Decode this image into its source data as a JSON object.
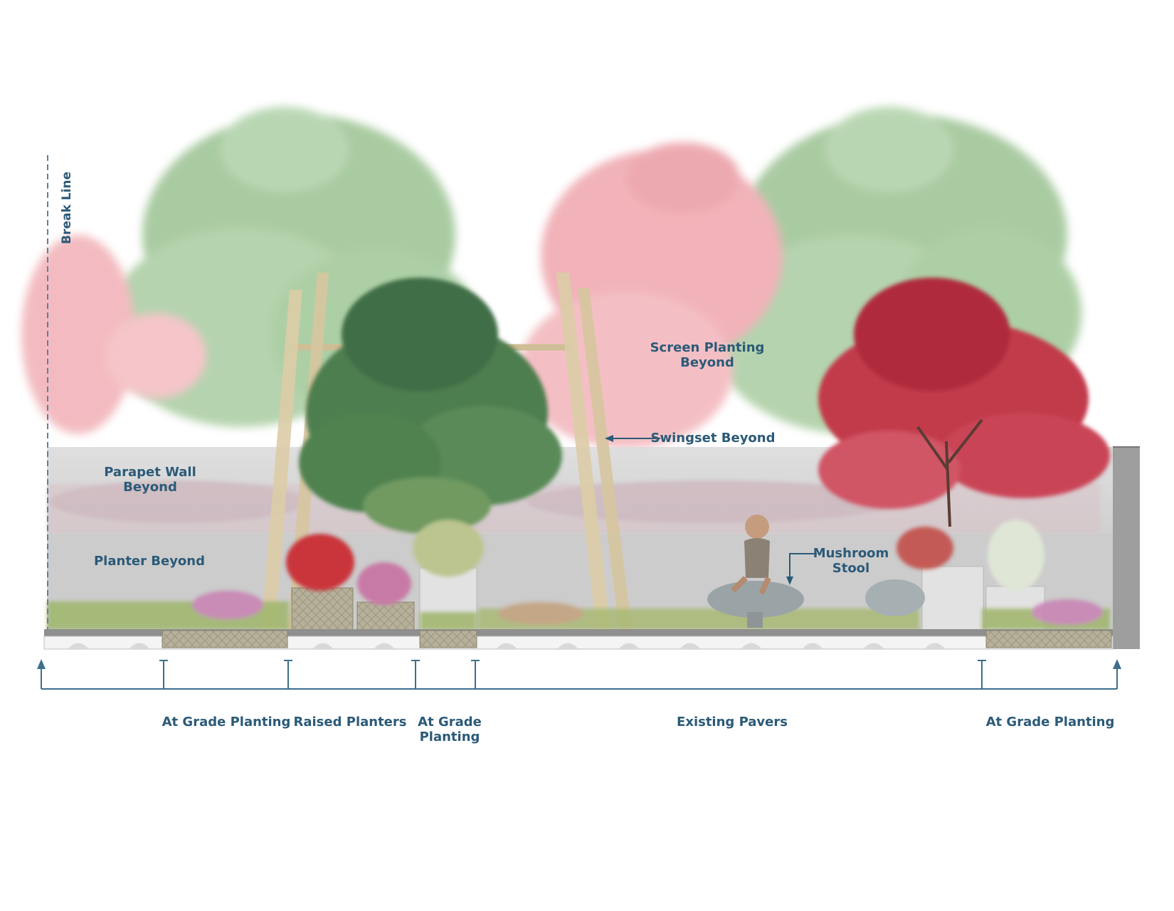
{
  "colors": {
    "label": "#2b5a78",
    "dimension_line": "#3d6f8c",
    "tree_green": "#7fae74",
    "tree_green_dark": "#3f6e46",
    "tree_red": "#e38a92",
    "tree_red_dark": "#b3283a",
    "wall_grey": "#cfcfcf",
    "planter_tan": "#b9b39c",
    "swing_post": "#d8c8a2",
    "background": "#ffffff"
  },
  "labels": {
    "break_line": "Break Line",
    "screen_planting": [
      "Screen Planting",
      "Beyond"
    ],
    "swingset": "Swingset Beyond",
    "parapet_wall": [
      "Parapet Wall",
      "Beyond"
    ],
    "planter_beyond": "Planter Beyond",
    "mushroom_stool": [
      "Mushroom",
      "Stool"
    ]
  },
  "zones": [
    {
      "name": "at-grade-planting-left",
      "lines": [
        "At Grade Planting"
      ]
    },
    {
      "name": "raised-planters",
      "lines": [
        "Raised Planters"
      ]
    },
    {
      "name": "at-grade-planting-mid",
      "lines": [
        "At Grade",
        "Planting"
      ]
    },
    {
      "name": "existing-pavers",
      "lines": [
        "Existing Pavers"
      ]
    },
    {
      "name": "at-grade-planting-right",
      "lines": [
        "At Grade Planting"
      ]
    }
  ],
  "icons": [
    "tree-icon",
    "swingset-icon",
    "child-figure-icon",
    "mushroom-stool-icon",
    "arrow-icon"
  ]
}
